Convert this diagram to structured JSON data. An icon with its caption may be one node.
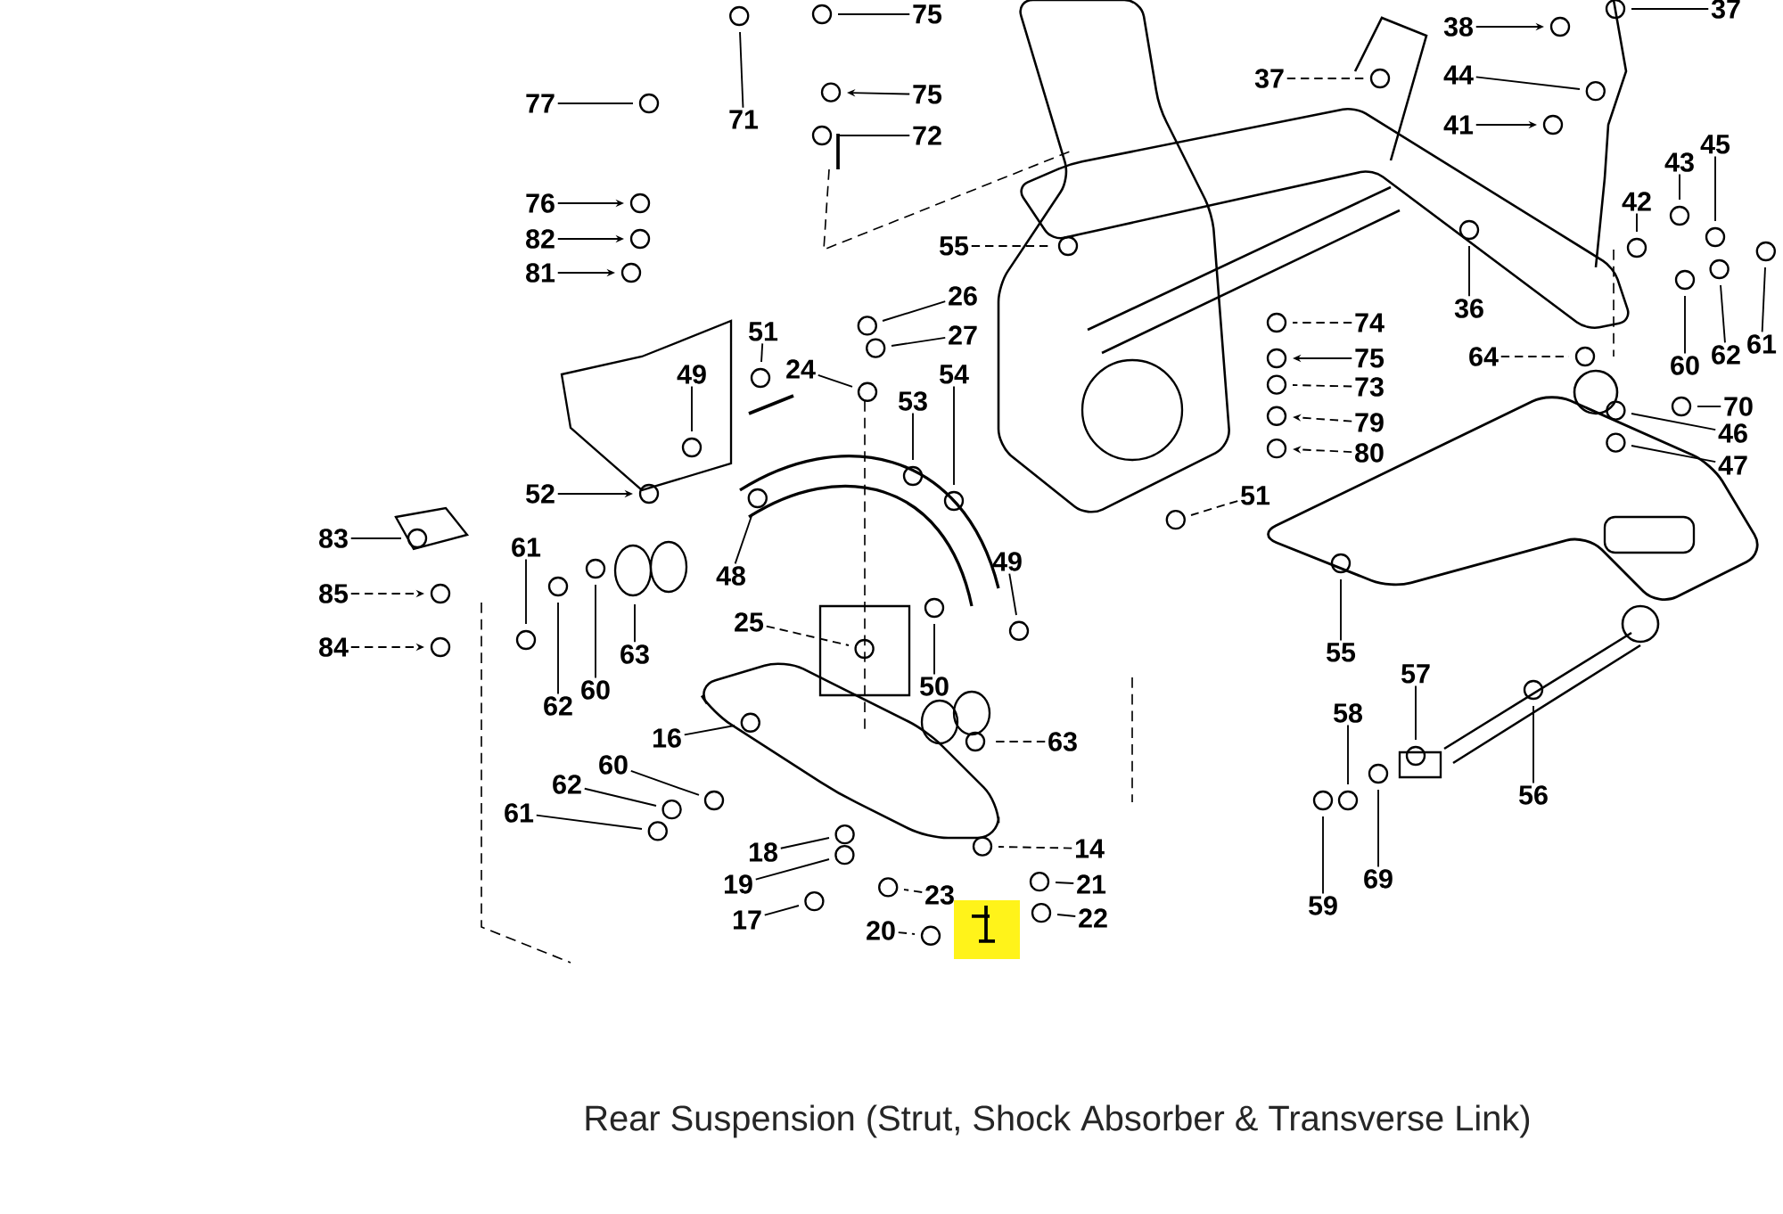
{
  "diagram": {
    "caption": "Rear Suspension (Strut, Shock Absorber & Transverse Link)",
    "nodes": [
      {
        "text": [
          "75"
        ]
      },
      {
        "text": [
          "71"
        ]
      },
      {
        "text": [
          "77"
        ]
      },
      {
        "text": [
          "75"
        ]
      },
      {
        "text": [
          "72"
        ]
      },
      {
        "text": [
          "76"
        ]
      },
      {
        "text": [
          "82"
        ]
      },
      {
        "text": [
          "81"
        ]
      },
      {
        "text": [
          "55"
        ]
      },
      {
        "text": [
          "26"
        ]
      },
      {
        "text": [
          "27"
        ]
      },
      {
        "text": [
          "24"
        ]
      },
      {
        "text": [
          "51"
        ]
      },
      {
        "text": [
          "49"
        ]
      },
      {
        "text": [
          "52"
        ]
      },
      {
        "text": [
          "53"
        ]
      },
      {
        "text": [
          "54"
        ]
      },
      {
        "text": [
          "83"
        ]
      },
      {
        "text": [
          "85"
        ]
      },
      {
        "text": [
          "84"
        ]
      },
      {
        "text": [
          "61"
        ]
      },
      {
        "text": [
          "62"
        ]
      },
      {
        "text": [
          "60"
        ]
      },
      {
        "text": [
          "63"
        ]
      },
      {
        "text": [
          "48"
        ]
      },
      {
        "text": [
          "25"
        ]
      },
      {
        "text": [
          "50"
        ]
      },
      {
        "text": [
          "49"
        ]
      },
      {
        "text": [
          "16"
        ]
      },
      {
        "text": [
          "63"
        ]
      },
      {
        "text": [
          "60"
        ]
      },
      {
        "text": [
          "62"
        ]
      },
      {
        "text": [
          "61"
        ]
      },
      {
        "text": [
          "18"
        ]
      },
      {
        "text": [
          "19"
        ]
      },
      {
        "text": [
          "17"
        ]
      },
      {
        "text": [
          "23"
        ]
      },
      {
        "text": [
          "20"
        ]
      },
      {
        "text": [
          "14"
        ]
      },
      {
        "text": [
          "21"
        ]
      },
      {
        "text": [
          "22"
        ]
      },
      {
        "text": [
          "59"
        ]
      },
      {
        "text": [
          "69"
        ]
      },
      {
        "text": [
          "58"
        ]
      },
      {
        "text": [
          "57"
        ]
      },
      {
        "text": [
          "56"
        ]
      },
      {
        "text": [
          "55"
        ]
      },
      {
        "text": [
          "51"
        ]
      },
      {
        "text": [
          "36"
        ]
      },
      {
        "text": [
          "37"
        ]
      },
      {
        "text": [
          "38"
        ]
      },
      {
        "text": [
          "44"
        ]
      },
      {
        "text": [
          "41"
        ]
      },
      {
        "text": [
          "37"
        ]
      },
      {
        "text": [
          "43"
        ]
      },
      {
        "text": [
          "45"
        ]
      },
      {
        "text": [
          "42"
        ]
      },
      {
        "text": [
          "74"
        ]
      },
      {
        "text": [
          "75"
        ]
      },
      {
        "text": [
          "73"
        ]
      },
      {
        "text": [
          "79"
        ]
      },
      {
        "text": [
          "80"
        ]
      },
      {
        "text": [
          "64"
        ]
      },
      {
        "text": [
          "60"
        ]
      },
      {
        "text": [
          "62"
        ]
      },
      {
        "text": [
          "61"
        ]
      },
      {
        "text": [
          "70"
        ]
      },
      {
        "text": [
          "46"
        ]
      },
      {
        "text": [
          "47"
        ]
      }
    ],
    "edges": [
      {
        "from": 0,
        "to": null,
        "arrow": "none"
      },
      {
        "from": 1,
        "to": null,
        "arrow": "none"
      },
      {
        "from": 2,
        "to": null,
        "arrow": "none"
      },
      {
        "from": 3,
        "to": null,
        "arrow": "to"
      },
      {
        "from": 4,
        "to": null,
        "arrow": "none"
      },
      {
        "from": 5,
        "to": null,
        "arrow": "to"
      },
      {
        "from": 6,
        "to": null,
        "arrow": "to"
      },
      {
        "from": 7,
        "to": null,
        "arrow": "to"
      },
      {
        "from": 8,
        "to": null,
        "arrow": "none",
        "style": "dashed"
      },
      {
        "from": 9,
        "to": null,
        "arrow": "none"
      },
      {
        "from": 10,
        "to": null,
        "arrow": "none"
      },
      {
        "from": 11,
        "to": null,
        "arrow": "none"
      },
      {
        "from": 12,
        "to": null,
        "arrow": "none"
      },
      {
        "from": 13,
        "to": null,
        "arrow": "none"
      },
      {
        "from": 14,
        "to": null,
        "arrow": "to"
      },
      {
        "from": 15,
        "to": null,
        "arrow": "none"
      },
      {
        "from": 16,
        "to": null,
        "arrow": "none"
      },
      {
        "from": 17,
        "to": null,
        "arrow": "none"
      },
      {
        "from": 18,
        "to": null,
        "arrow": "to",
        "style": "dashed"
      },
      {
        "from": 19,
        "to": null,
        "arrow": "to",
        "style": "dashed"
      },
      {
        "from": 20,
        "to": null,
        "arrow": "none"
      },
      {
        "from": 21,
        "to": null,
        "arrow": "none"
      },
      {
        "from": 22,
        "to": null,
        "arrow": "none"
      },
      {
        "from": 23,
        "to": null,
        "arrow": "none"
      },
      {
        "from": 24,
        "to": null,
        "arrow": "none"
      },
      {
        "from": 25,
        "to": null,
        "arrow": "none",
        "style": "dashed"
      },
      {
        "from": 26,
        "to": null,
        "arrow": "none"
      },
      {
        "from": 27,
        "to": null,
        "arrow": "none"
      },
      {
        "from": 28,
        "to": null,
        "arrow": "none"
      },
      {
        "from": 29,
        "to": null,
        "arrow": "none",
        "style": "dashed"
      },
      {
        "from": 30,
        "to": null,
        "arrow": "none"
      },
      {
        "from": 31,
        "to": null,
        "arrow": "none"
      },
      {
        "from": 32,
        "to": null,
        "arrow": "none"
      },
      {
        "from": 33,
        "to": null,
        "arrow": "none"
      },
      {
        "from": 34,
        "to": null,
        "arrow": "none"
      },
      {
        "from": 35,
        "to": null,
        "arrow": "none"
      },
      {
        "from": 36,
        "to": null,
        "arrow": "none",
        "style": "dashed"
      },
      {
        "from": 37,
        "to": null,
        "arrow": "none",
        "style": "dashed"
      },
      {
        "from": 38,
        "to": null,
        "arrow": "none",
        "style": "dashed"
      },
      {
        "from": 39,
        "to": null,
        "arrow": "none"
      },
      {
        "from": 40,
        "to": null,
        "arrow": "none"
      },
      {
        "from": 41,
        "to": null,
        "arrow": "none"
      },
      {
        "from": 42,
        "to": null,
        "arrow": "none"
      },
      {
        "from": 43,
        "to": null,
        "arrow": "none"
      },
      {
        "from": 44,
        "to": null,
        "arrow": "none"
      },
      {
        "from": 45,
        "to": null,
        "arrow": "none"
      },
      {
        "from": 46,
        "to": null,
        "arrow": "none"
      },
      {
        "from": 47,
        "to": null,
        "arrow": "none",
        "style": "dashed"
      },
      {
        "from": 48,
        "to": null,
        "arrow": "none"
      },
      {
        "from": 49,
        "to": null,
        "arrow": "none",
        "style": "dashed"
      },
      {
        "from": 50,
        "to": null,
        "arrow": "to"
      },
      {
        "from": 51,
        "to": null,
        "arrow": "none"
      },
      {
        "from": 52,
        "to": null,
        "arrow": "to"
      },
      {
        "from": 53,
        "to": null,
        "arrow": "none"
      },
      {
        "from": 54,
        "to": null,
        "arrow": "none"
      },
      {
        "from": 55,
        "to": null,
        "arrow": "none"
      },
      {
        "from": 56,
        "to": null,
        "arrow": "none"
      },
      {
        "from": 57,
        "to": null,
        "arrow": "none",
        "style": "dashed"
      },
      {
        "from": 58,
        "to": null,
        "arrow": "to"
      },
      {
        "from": 59,
        "to": null,
        "arrow": "none",
        "style": "dashed"
      },
      {
        "from": 60,
        "to": null,
        "arrow": "to",
        "style": "dashed"
      },
      {
        "from": 61,
        "to": null,
        "arrow": "to",
        "style": "dashed"
      },
      {
        "from": 62,
        "to": null,
        "arrow": "none",
        "style": "dashed"
      },
      {
        "from": 63,
        "to": null,
        "arrow": "none"
      },
      {
        "from": 64,
        "to": null,
        "arrow": "none"
      },
      {
        "from": 65,
        "to": null,
        "arrow": "none"
      },
      {
        "from": 66,
        "to": null,
        "arrow": "none"
      },
      {
        "from": 67,
        "to": null,
        "arrow": "none"
      },
      {
        "from": 68,
        "to": null,
        "arrow": "none"
      }
    ]
  }
}
